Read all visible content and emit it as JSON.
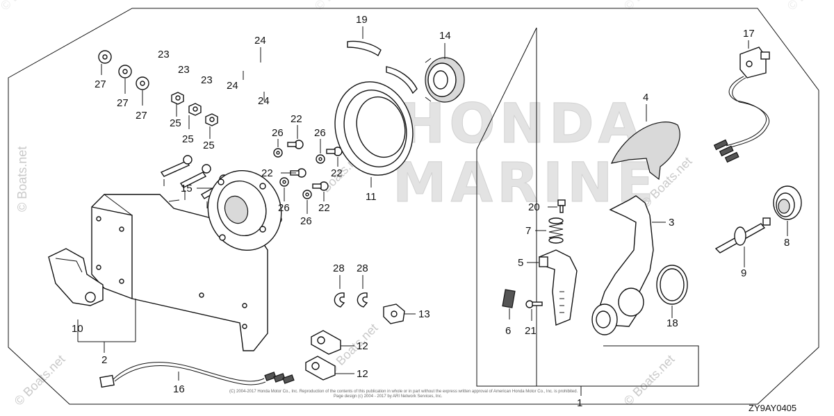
{
  "diagram": {
    "watermarks": {
      "brand_line1": "HONDA",
      "brand_line2": "MARINE",
      "site_side": "© Boats.net",
      "site_center": "Boats.net",
      "site_bottom_left": "© Boats.net",
      "site_bottom_right": "© Boats.net",
      "site_right": "© Boats.net",
      "site_top_center": "© Boats.net",
      "site_top_left": "© Boats.net",
      "site_top_right": "© Boats.net",
      "site_ghost_mid": "© Boats.net",
      "site_ghost_low": "© Boats.net"
    },
    "copyright_line1": "(C) 2004-2017 Honda Motor Co., Inc. Reproduction of the contents of this publication in whole or in part without the express written approval of American Honda Motor Co., Inc. is prohibited.",
    "copyright_line2": "Page design (c) 2004 - 2017 by ARI Network Services, Inc.",
    "diagram_code": "ZY9AY0405",
    "callouts": {
      "c1": "1",
      "c2": "2",
      "c3": "3",
      "c4": "4",
      "c5": "5",
      "c6": "6",
      "c7": "7",
      "c8": "8",
      "c9": "9",
      "c10": "10",
      "c11": "11",
      "c12a": "12",
      "c12b": "12",
      "c13": "13",
      "c14": "14",
      "c15": "15",
      "c16": "16",
      "c17": "17",
      "c18": "18",
      "c19": "19",
      "c20": "20",
      "c21": "21",
      "c22a": "22",
      "c22b": "22",
      "c22c": "22",
      "c22d": "22",
      "c23a": "23",
      "c23b": "23",
      "c23c": "23",
      "c24a": "24",
      "c24b": "24",
      "c24c": "24",
      "c25a": "25",
      "c25b": "25",
      "c25c": "25",
      "c26a": "26",
      "c26b": "26",
      "c26c": "26",
      "c26d": "26",
      "c27a": "27",
      "c27b": "27",
      "c27c": "27",
      "c28a": "28",
      "c28b": "28"
    }
  }
}
